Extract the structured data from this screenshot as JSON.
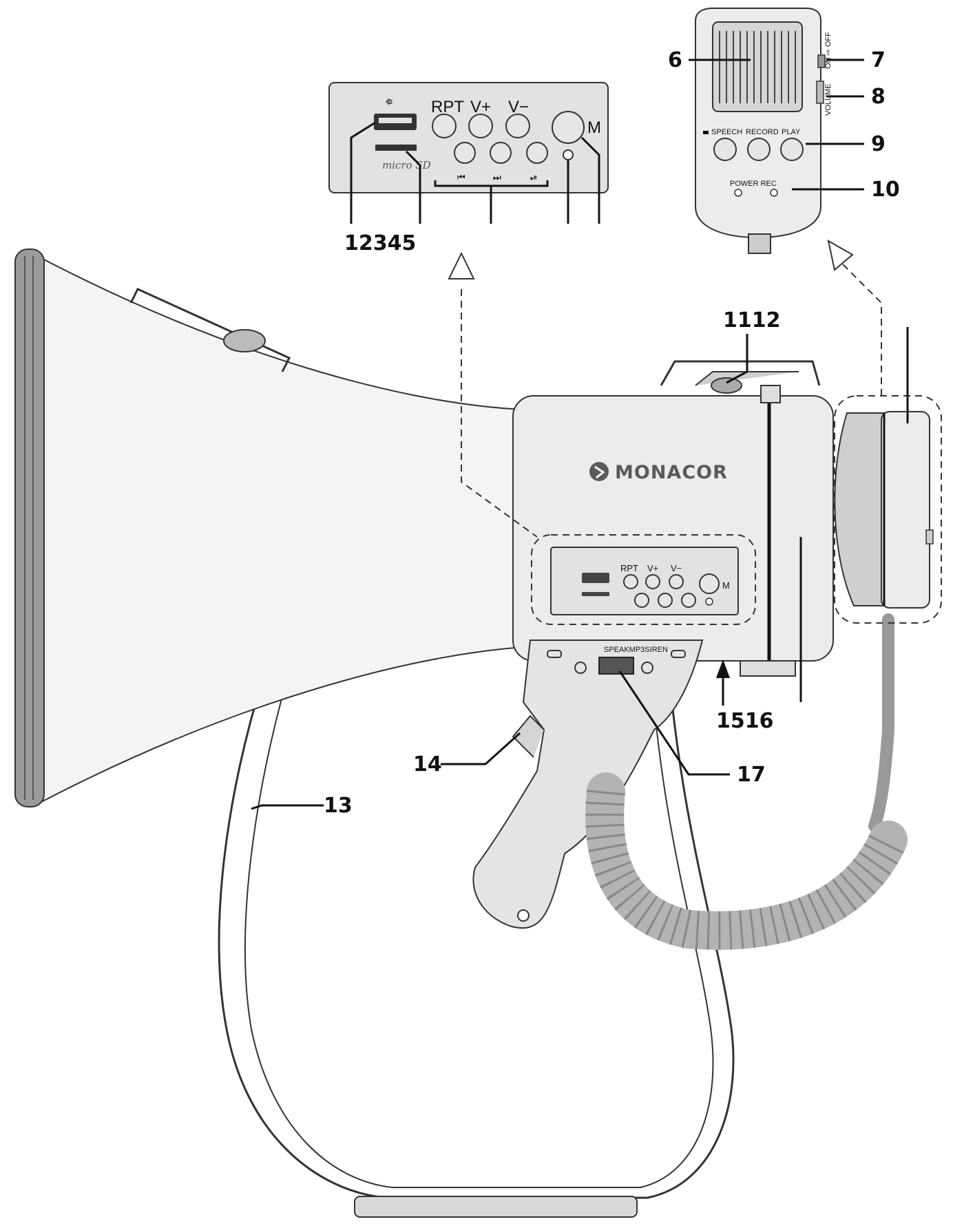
{
  "brand": "MONACOR",
  "callouts": {
    "c1": "12345",
    "c6": "6",
    "c7": "7",
    "c8": "8",
    "c9": "9",
    "c10": "10",
    "c11": "1112",
    "c13": "13",
    "c14": "14",
    "c15": "1516",
    "c17": "17"
  },
  "panel": {
    "rpt": "RPT",
    "vplus": "V+",
    "vminus": "V−",
    "mode": "M",
    "prev": "⏮",
    "next": "⏭",
    "playpause": "⏯",
    "card_label": "micro SD"
  },
  "mic": {
    "switch_label": "ON ⇨ OFF",
    "volume_label": "VOLUME",
    "speech": "SPEECH",
    "record": "RECORD",
    "play": "PLAY",
    "leds": "POWER REC"
  },
  "selector": {
    "label": "SPEAKMP3SIREN"
  },
  "colors": {
    "line": "#111111",
    "housing": "#ececec",
    "cable": "#b3b3b3"
  }
}
